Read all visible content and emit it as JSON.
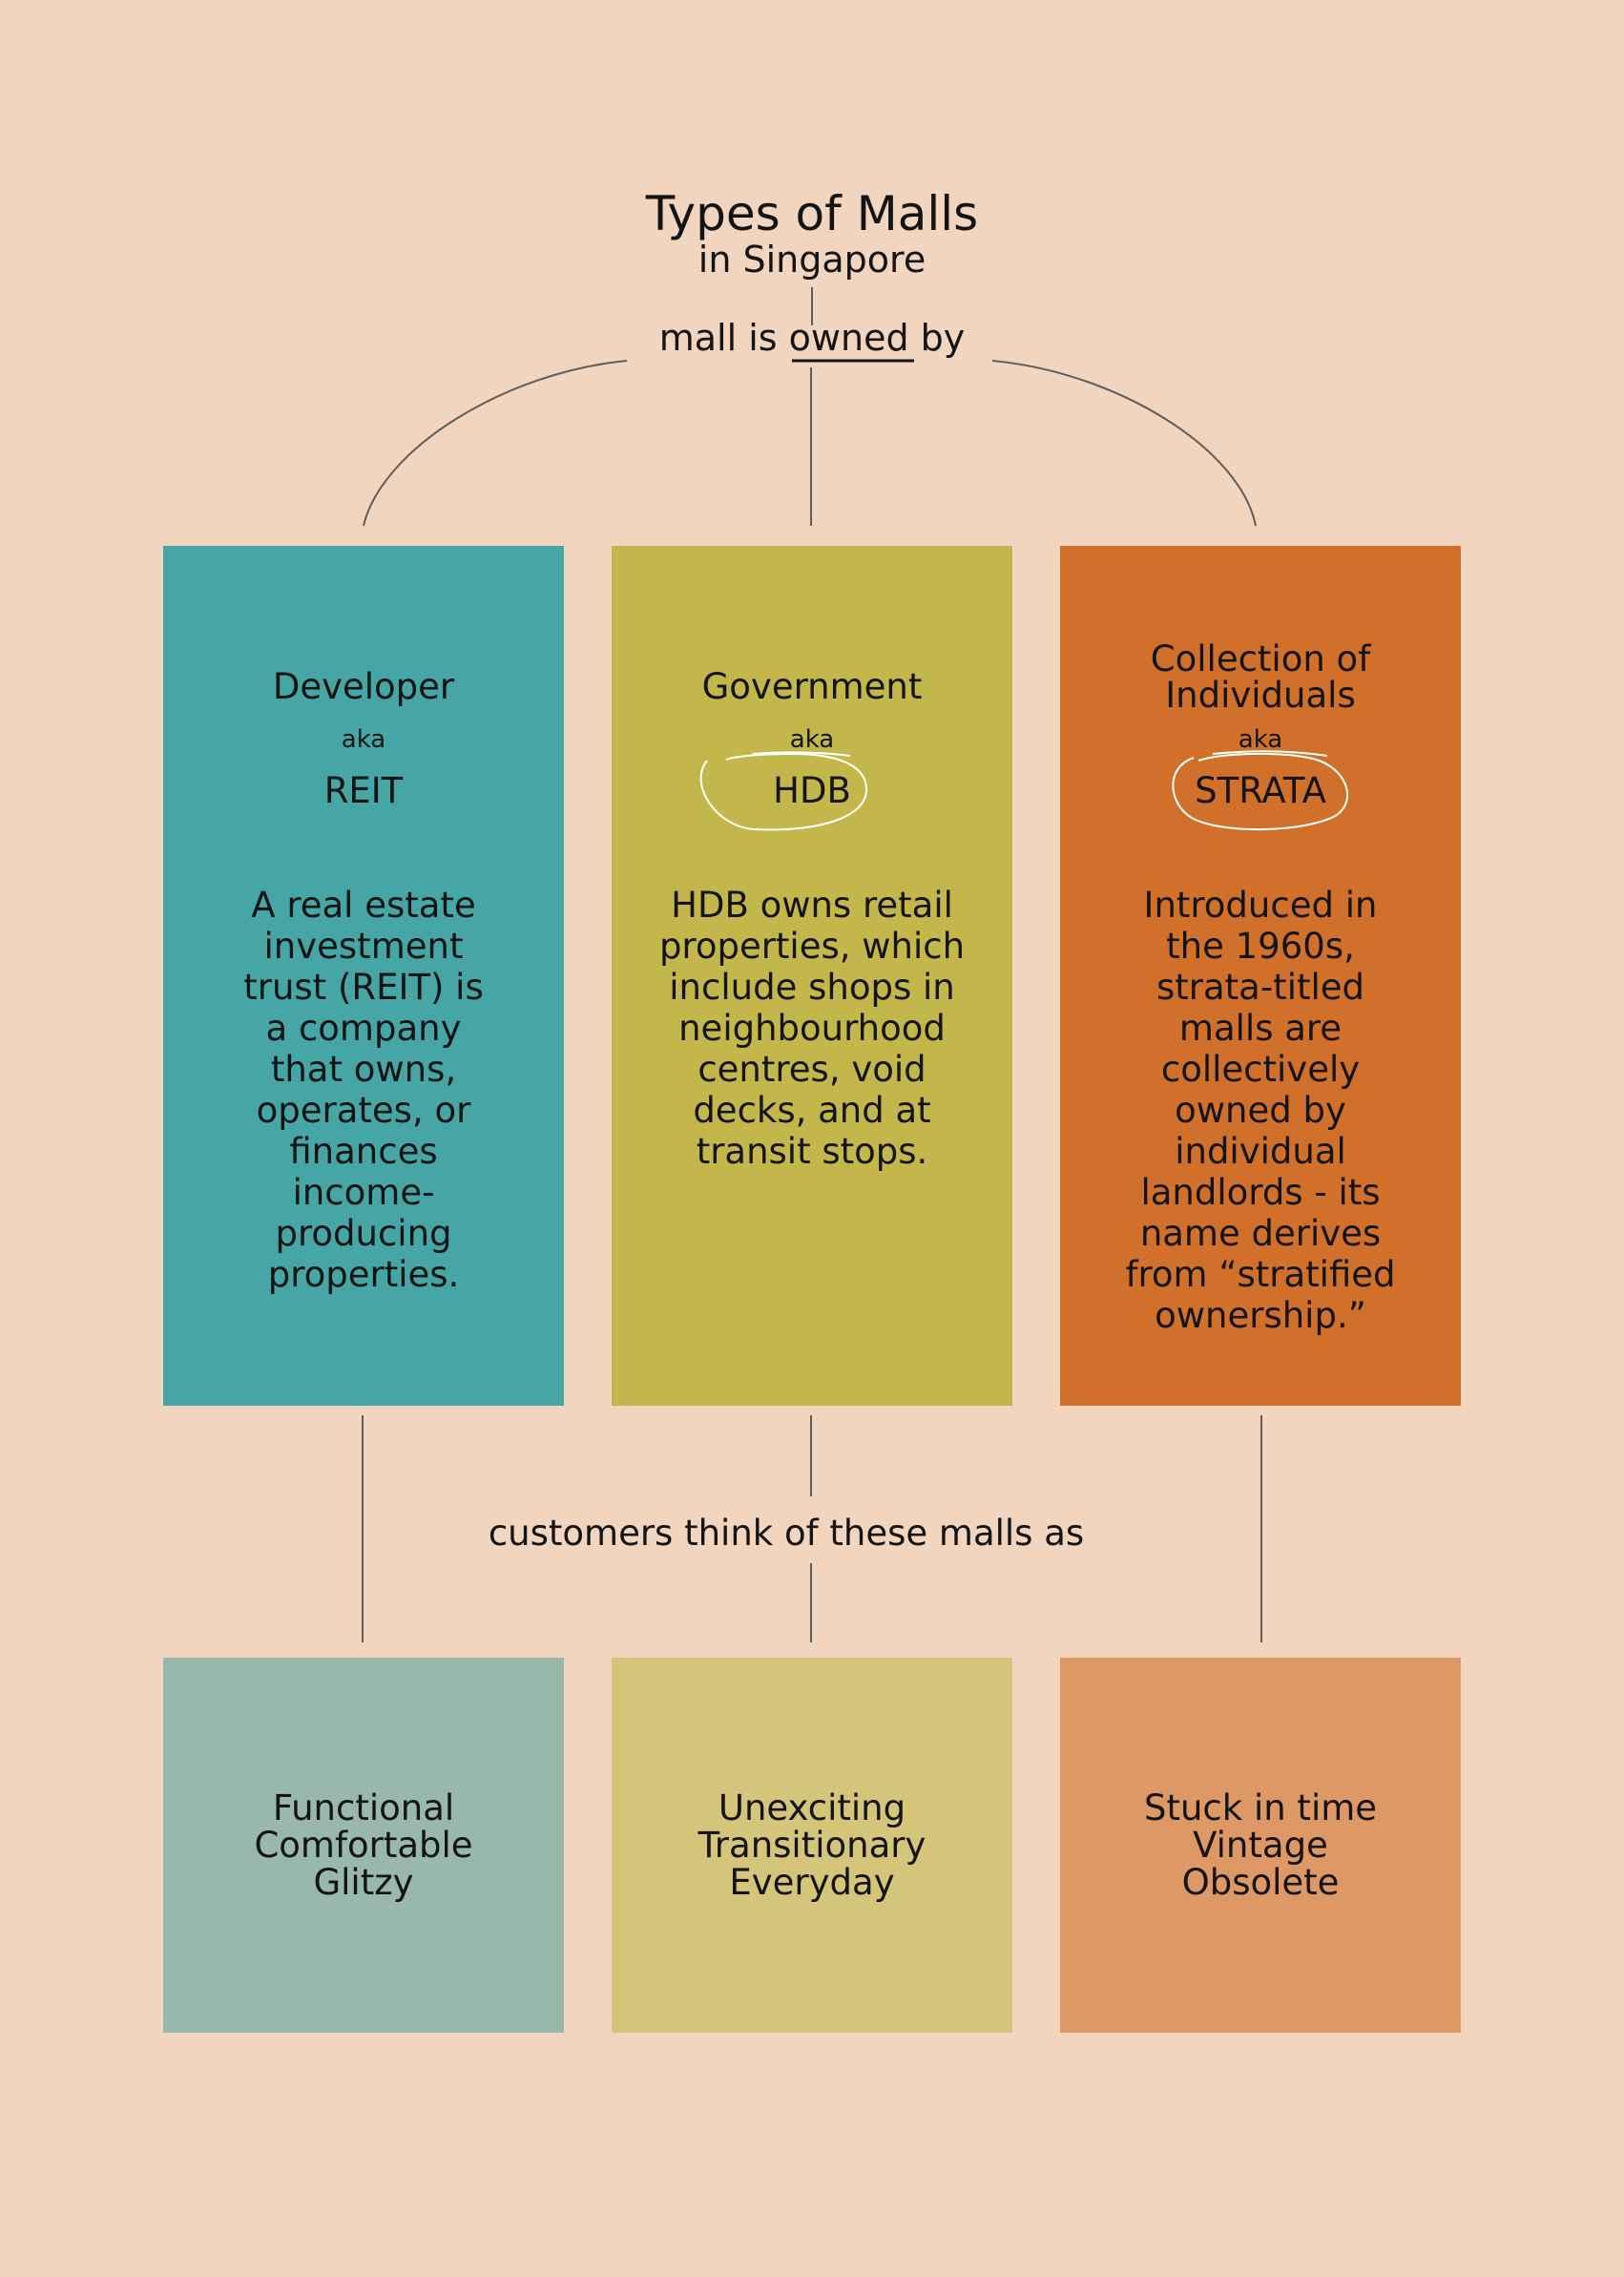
{
  "title": "Types of Malls",
  "subtitle": "in Singapore",
  "top_connector_label": "mall is owned by",
  "bottom_connector_label": "customers think of these malls as",
  "owners": [
    {
      "name": "Developer",
      "aka": "aka",
      "acronym": "REIT",
      "description": "A real estate investment trust (REIT) is a company that owns, operates, or finances income-producing properties.",
      "color": "#46A6A6"
    },
    {
      "name": "Government",
      "aka": "aka",
      "acronym": "HDB",
      "description": "HDB owns retail properties, which include shops in neighbourhood centres, void decks, and at transit stops.",
      "color": "#C3B74B"
    },
    {
      "name": "Collection of Individuals",
      "aka": "aka",
      "acronym": "STRATA",
      "description": "Introduced in the 1960s, strata-titled malls are collectively owned by individual landlords - its name derives from “stratified ownership.”",
      "color": "#D0702A"
    }
  ],
  "perceptions": [
    {
      "terms": [
        "Functional",
        "Comfortable",
        "Glitzy"
      ],
      "color": "#98B8AC"
    },
    {
      "terms": [
        "Unexciting",
        "Transitionary",
        "Everyday"
      ],
      "color": "#D4C57A"
    },
    {
      "terms": [
        "Stuck in time",
        "Vintage",
        "Obsolete"
      ],
      "color": "#DD9866"
    }
  ],
  "colors": {
    "background": "#F1D5BF",
    "connector": "#5E5E5E",
    "ink": "#141414"
  }
}
